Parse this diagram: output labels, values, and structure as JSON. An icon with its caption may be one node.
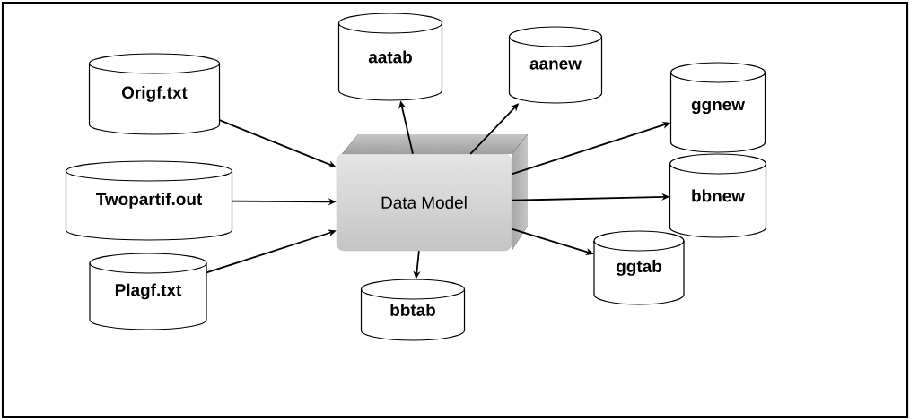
{
  "diagram": {
    "nodes": [
      {
        "text": [
          "Origf.txt"
        ]
      },
      {
        "text": [
          "Twopartif.out"
        ]
      },
      {
        "text": [
          "Plagf.txt"
        ]
      },
      {
        "text": [
          "Data Model"
        ]
      },
      {
        "text": [
          "aatab"
        ]
      },
      {
        "text": [
          "aanew"
        ]
      },
      {
        "text": [
          "ggnew"
        ]
      },
      {
        "text": [
          "bbnew"
        ]
      },
      {
        "text": [
          "bbtab"
        ]
      },
      {
        "text": [
          "ggtab"
        ]
      }
    ],
    "edges": [
      {
        "from": 0,
        "to": 3,
        "arrow": "to"
      },
      {
        "from": 1,
        "to": 3,
        "arrow": "to"
      },
      {
        "from": 2,
        "to": 3,
        "arrow": "to"
      },
      {
        "from": 3,
        "to": 4,
        "arrow": "to"
      },
      {
        "from": 3,
        "to": 5,
        "arrow": "to"
      },
      {
        "from": 3,
        "to": 6,
        "arrow": "to"
      },
      {
        "from": 3,
        "to": 7,
        "arrow": "to"
      },
      {
        "from": 3,
        "to": 8,
        "arrow": "to"
      },
      {
        "from": 3,
        "to": 9,
        "arrow": "to"
      }
    ]
  }
}
